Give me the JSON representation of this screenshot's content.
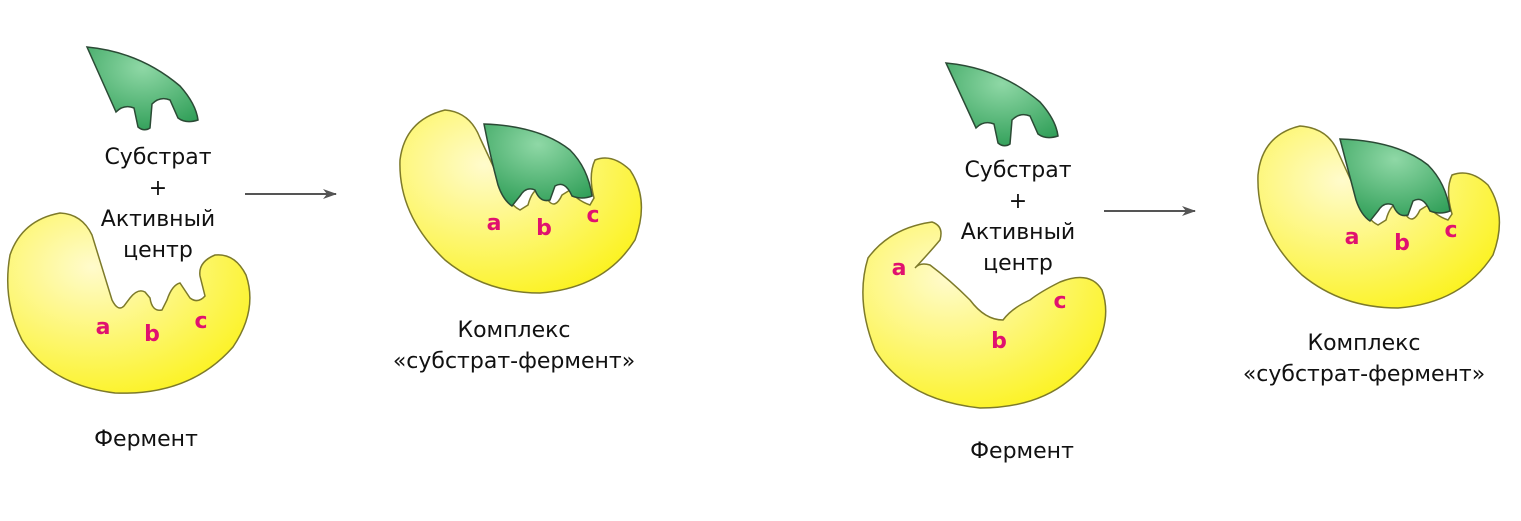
{
  "colors": {
    "enzyme_fill": "#fbf21a",
    "enzyme_highlight": "#fffbcc",
    "enzyme_stroke": "#7d7a2a",
    "substrate_fill": "#2f9e57",
    "substrate_highlight": "#8fd8a6",
    "substrate_stroke": "#2b4a35",
    "site_label": "#e0116f",
    "arrow": "#555555",
    "text": "#111111"
  },
  "panels": [
    {
      "substrate_lines": [
        "Субстрат",
        "+",
        "Активный",
        "центр"
      ],
      "enzyme_label": "Фермент",
      "complex_lines": [
        "Комплекс",
        "«субстрат-фермент»"
      ],
      "enzyme_sites": [
        "a",
        "b",
        "c"
      ],
      "complex_sites": [
        "a",
        "b",
        "c"
      ]
    },
    {
      "substrate_lines": [
        "Субстрат",
        "+",
        "Активный",
        "центр"
      ],
      "enzyme_label": "Фермент",
      "complex_lines": [
        "Комплекс",
        "«субстрат-фермент»"
      ],
      "enzyme_sites": [
        "a",
        "b",
        "c"
      ],
      "complex_sites": [
        "a",
        "b",
        "c"
      ]
    }
  ]
}
